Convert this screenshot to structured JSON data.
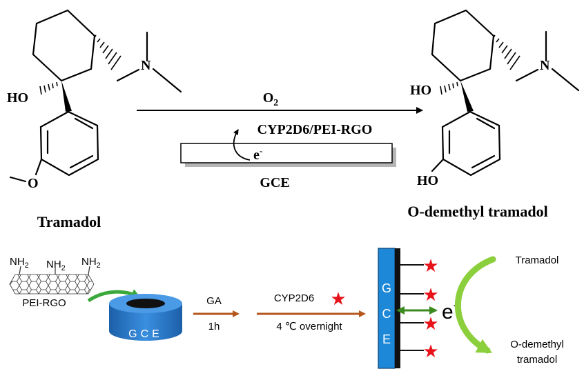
{
  "top_scheme": {
    "reactant": {
      "name": "Tramadol",
      "atom_labels": {
        "hydroxyl": "HO",
        "nitrogen": "N",
        "ether_oxygen": "O"
      }
    },
    "product": {
      "name": "O-demethyl tramadol",
      "atom_labels": {
        "hydroxyl": "HO",
        "nitrogen": "N",
        "phenol": "HO"
      }
    },
    "reaction": {
      "reagent_main": "O",
      "reagent_sub": "2",
      "catalyst": "CYP2D6/PEI-RGO",
      "electron_main": "e",
      "electron_sup": "-",
      "electrode": "GCE"
    }
  },
  "bottom_scheme": {
    "material": {
      "label": "PEI-RGO",
      "amine_main": "NH",
      "amine_sub": "2"
    },
    "electrode_disk_label": "GCE",
    "step1": {
      "top": "GA",
      "bottom": "1h"
    },
    "step2": {
      "top": "CYP2D6",
      "bottom": "4 ℃  overnight"
    },
    "electrode_letters": [
      "G",
      "C",
      "E"
    ],
    "electron_main": "e",
    "electron_sup": "-",
    "substrate": "Tramadol",
    "product_line1": "O-demethyl",
    "product_line2": "tramadol"
  },
  "colors": {
    "electrode_blue": "#1e88d8",
    "disk_blue": "#2f7fd3",
    "step_arrow": "#b5561c",
    "enzyme_star": "#e8121b",
    "transfer_arrow": "#3a8a1e",
    "curve_arrow": "#8ccf3c"
  }
}
